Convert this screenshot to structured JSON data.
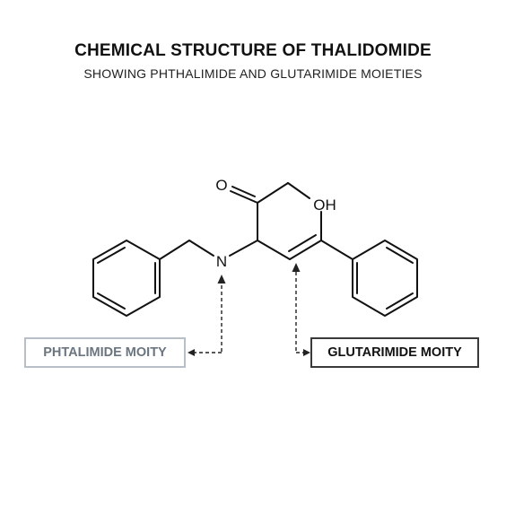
{
  "header": {
    "title": "CHEMICAL STRUCTURE OF THALIDOMIDE",
    "subtitle": "SHOWING PHTHALIMIDE AND GLUTARIMIDE MOIETIES"
  },
  "atoms": {
    "oxygen_carbonyl": "O",
    "hydroxyl": "OH",
    "nitrogen": "N"
  },
  "labels": {
    "left": "PHTALIMIDE MOITY",
    "right": "GLUTARIMIDE MOITY"
  },
  "colors": {
    "left_box_border": "#b8bfc6",
    "left_box_text": "#6b7580",
    "right_box_border": "#3a3a3a"
  }
}
